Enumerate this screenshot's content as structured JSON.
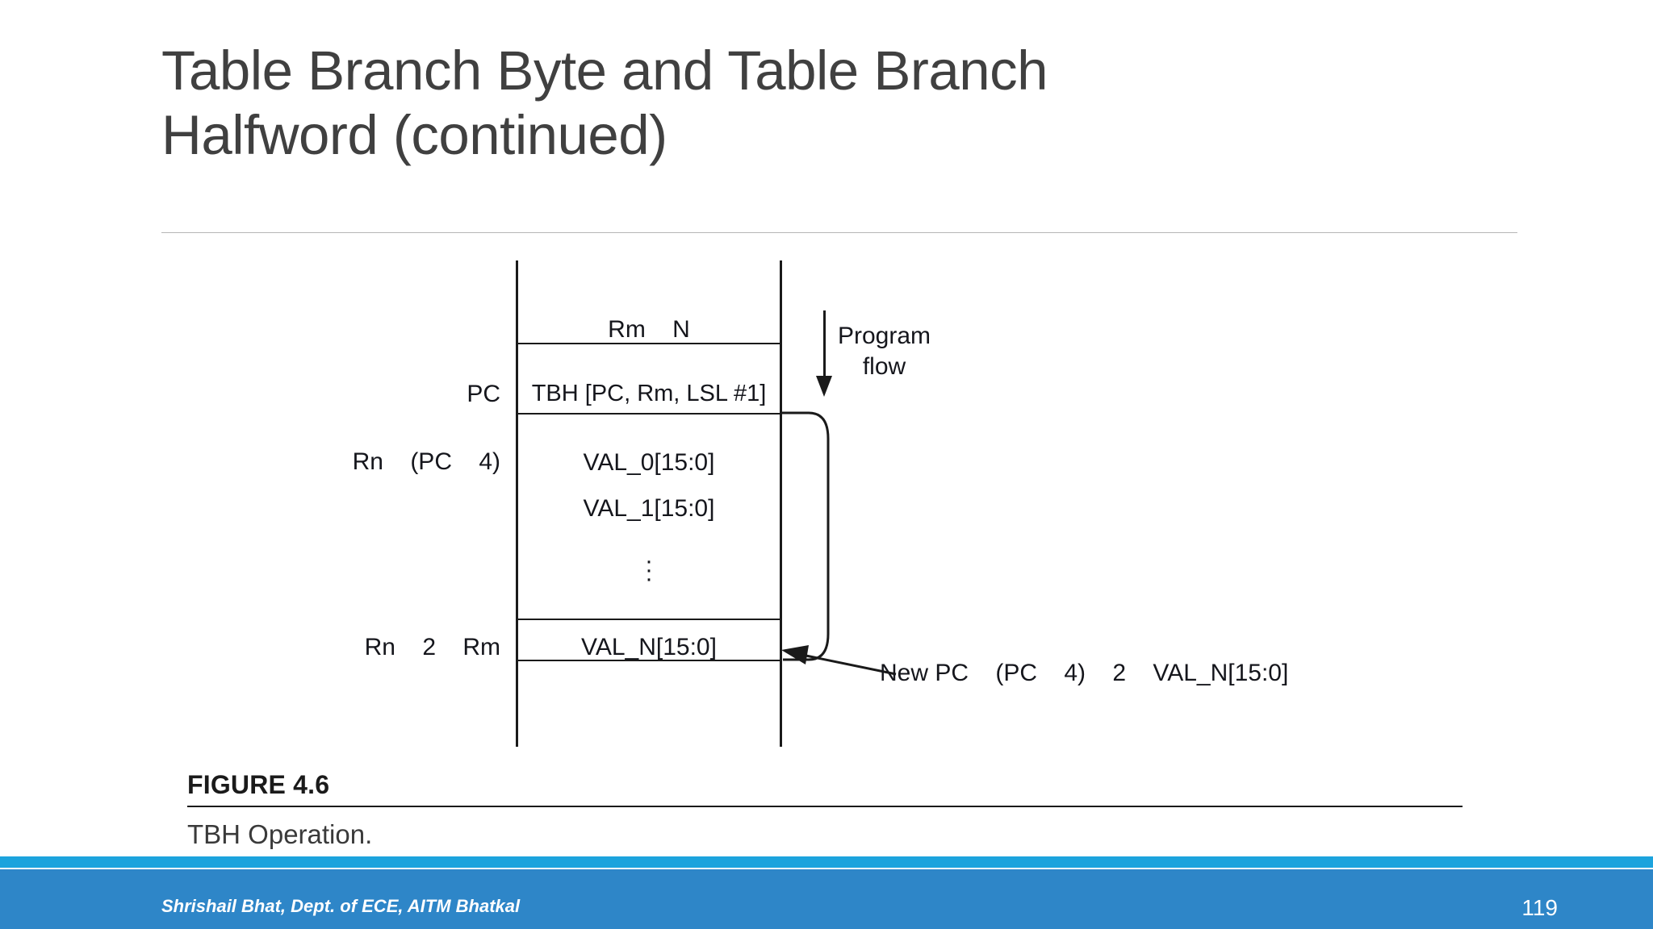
{
  "slide": {
    "title": "Table Branch Byte and Table Branch\nHalfword (continued)",
    "page_number": "119",
    "footer_text": "Shrishail Bhat, Dept. of ECE, AITM Bhatkal",
    "accent_color": "#1CA3DD",
    "footer_color": "#2E86C8",
    "title_color": "#404040"
  },
  "figure": {
    "caption_title": "FIGURE 4.6",
    "caption_subtitle": "TBH Operation.",
    "program_flow_label": "Program\nflow",
    "new_pc_equation": "New PC    (PC    4)    2    VAL_N[15:0]",
    "side_labels": {
      "pc": "PC",
      "rn_pc_4": "Rn    (PC    4)",
      "rn_2_rm": "Rn    2    Rm"
    },
    "table_rows": [
      {
        "name": "rm-n",
        "text": "Rm    N"
      },
      {
        "name": "tbh",
        "text": "TBH [PC, Rm, LSL #1]"
      },
      {
        "name": "val-0",
        "text": "VAL_0[15:0]"
      },
      {
        "name": "val-1",
        "text": "VAL_1[15:0]"
      },
      {
        "name": "ellipsis",
        "text": "⋮"
      },
      {
        "name": "val-n",
        "text": "VAL_N[15:0]"
      }
    ]
  }
}
